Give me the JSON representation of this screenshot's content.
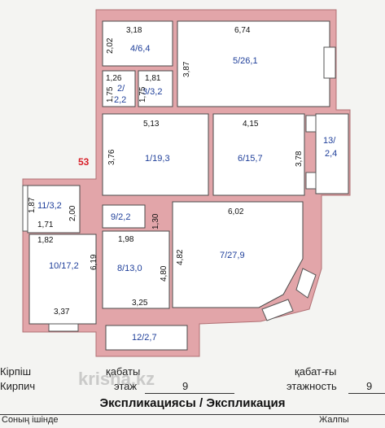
{
  "plan": {
    "rooms": [
      {
        "key": "r4",
        "label": "4/6,4",
        "dims": [
          "3,18",
          "2,02"
        ]
      },
      {
        "key": "r5",
        "label": "5/26,1",
        "dims": [
          "6,74",
          "3,87"
        ]
      },
      {
        "key": "r2",
        "label": "2/ 2,2",
        "dims": [
          "1,26",
          "1,75"
        ]
      },
      {
        "key": "r3",
        "label": "3/3,2",
        "dims": [
          "1,81",
          "1,75"
        ]
      },
      {
        "key": "r1",
        "label": "1/19,3",
        "dims": [
          "5,13",
          "3,76"
        ]
      },
      {
        "key": "r6",
        "label": "6/15,7",
        "dims": [
          "4,15",
          "3,78"
        ]
      },
      {
        "key": "r13",
        "label": "13/ 2,4",
        "dims": []
      },
      {
        "key": "r11",
        "label": "11/3,2",
        "dims": [
          "1,87",
          "2,00",
          "1,71"
        ]
      },
      {
        "key": "r10",
        "label": "10/17,2",
        "dims": [
          "1,82",
          "6,19",
          "3,37"
        ]
      },
      {
        "key": "r9",
        "label": "9/2,2",
        "dims": [
          "1,30"
        ]
      },
      {
        "key": "r8",
        "label": "8/13,0",
        "dims": [
          "1,98",
          "4,80",
          "3,25"
        ]
      },
      {
        "key": "r7",
        "label": "7/27,9",
        "dims": [
          "6,02",
          "4,82"
        ]
      },
      {
        "key": "r12",
        "label": "12/2,7",
        "dims": []
      }
    ],
    "marker": "53",
    "colors": {
      "walls": "#e2a5a9",
      "room_id_text": "#1f3f9a",
      "marker": "#d8202a"
    }
  },
  "footer": {
    "material_kz": "Кірпіш",
    "material_ru": "Кирпич",
    "floor_kz": "қабаты",
    "floor_ru": "этаж",
    "floor_value": "9",
    "floors_kz": "қабат-ғы",
    "floors_ru": "этажность",
    "floors_value": "9",
    "explication": "Экспликациясы / Экспликация",
    "table_hint": "Соның ішінде",
    "table_right": "Жалпы",
    "watermark": "krisha.kz"
  }
}
